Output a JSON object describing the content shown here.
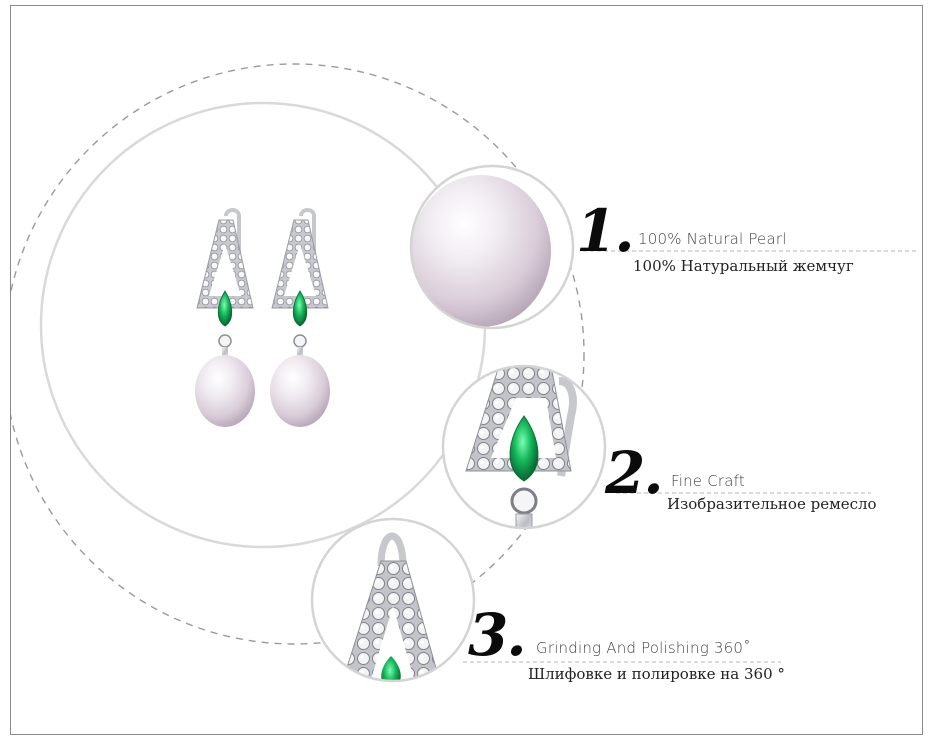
{
  "features": [
    {
      "number": "1.",
      "title_en": "100% Natural Pearl",
      "title_ru": "100% Натуральный жемчуг",
      "icon": "pearl-closeup"
    },
    {
      "number": "2.",
      "title_en": "Fine Craft",
      "title_ru": "Изобразительное ремесло",
      "icon": "emerald-setting-closeup"
    },
    {
      "number": "3.",
      "title_en": "Grinding And Polishing 360˚",
      "title_ru": "Шлифовке и полировке на 360 °",
      "icon": "hook-closeup"
    }
  ],
  "colors": {
    "emerald": "#12b05a",
    "pearl": "#ece6ec",
    "silver": "#c9cbd0",
    "ring": "#d9d9d9",
    "dashed": "#9a9a9a"
  }
}
